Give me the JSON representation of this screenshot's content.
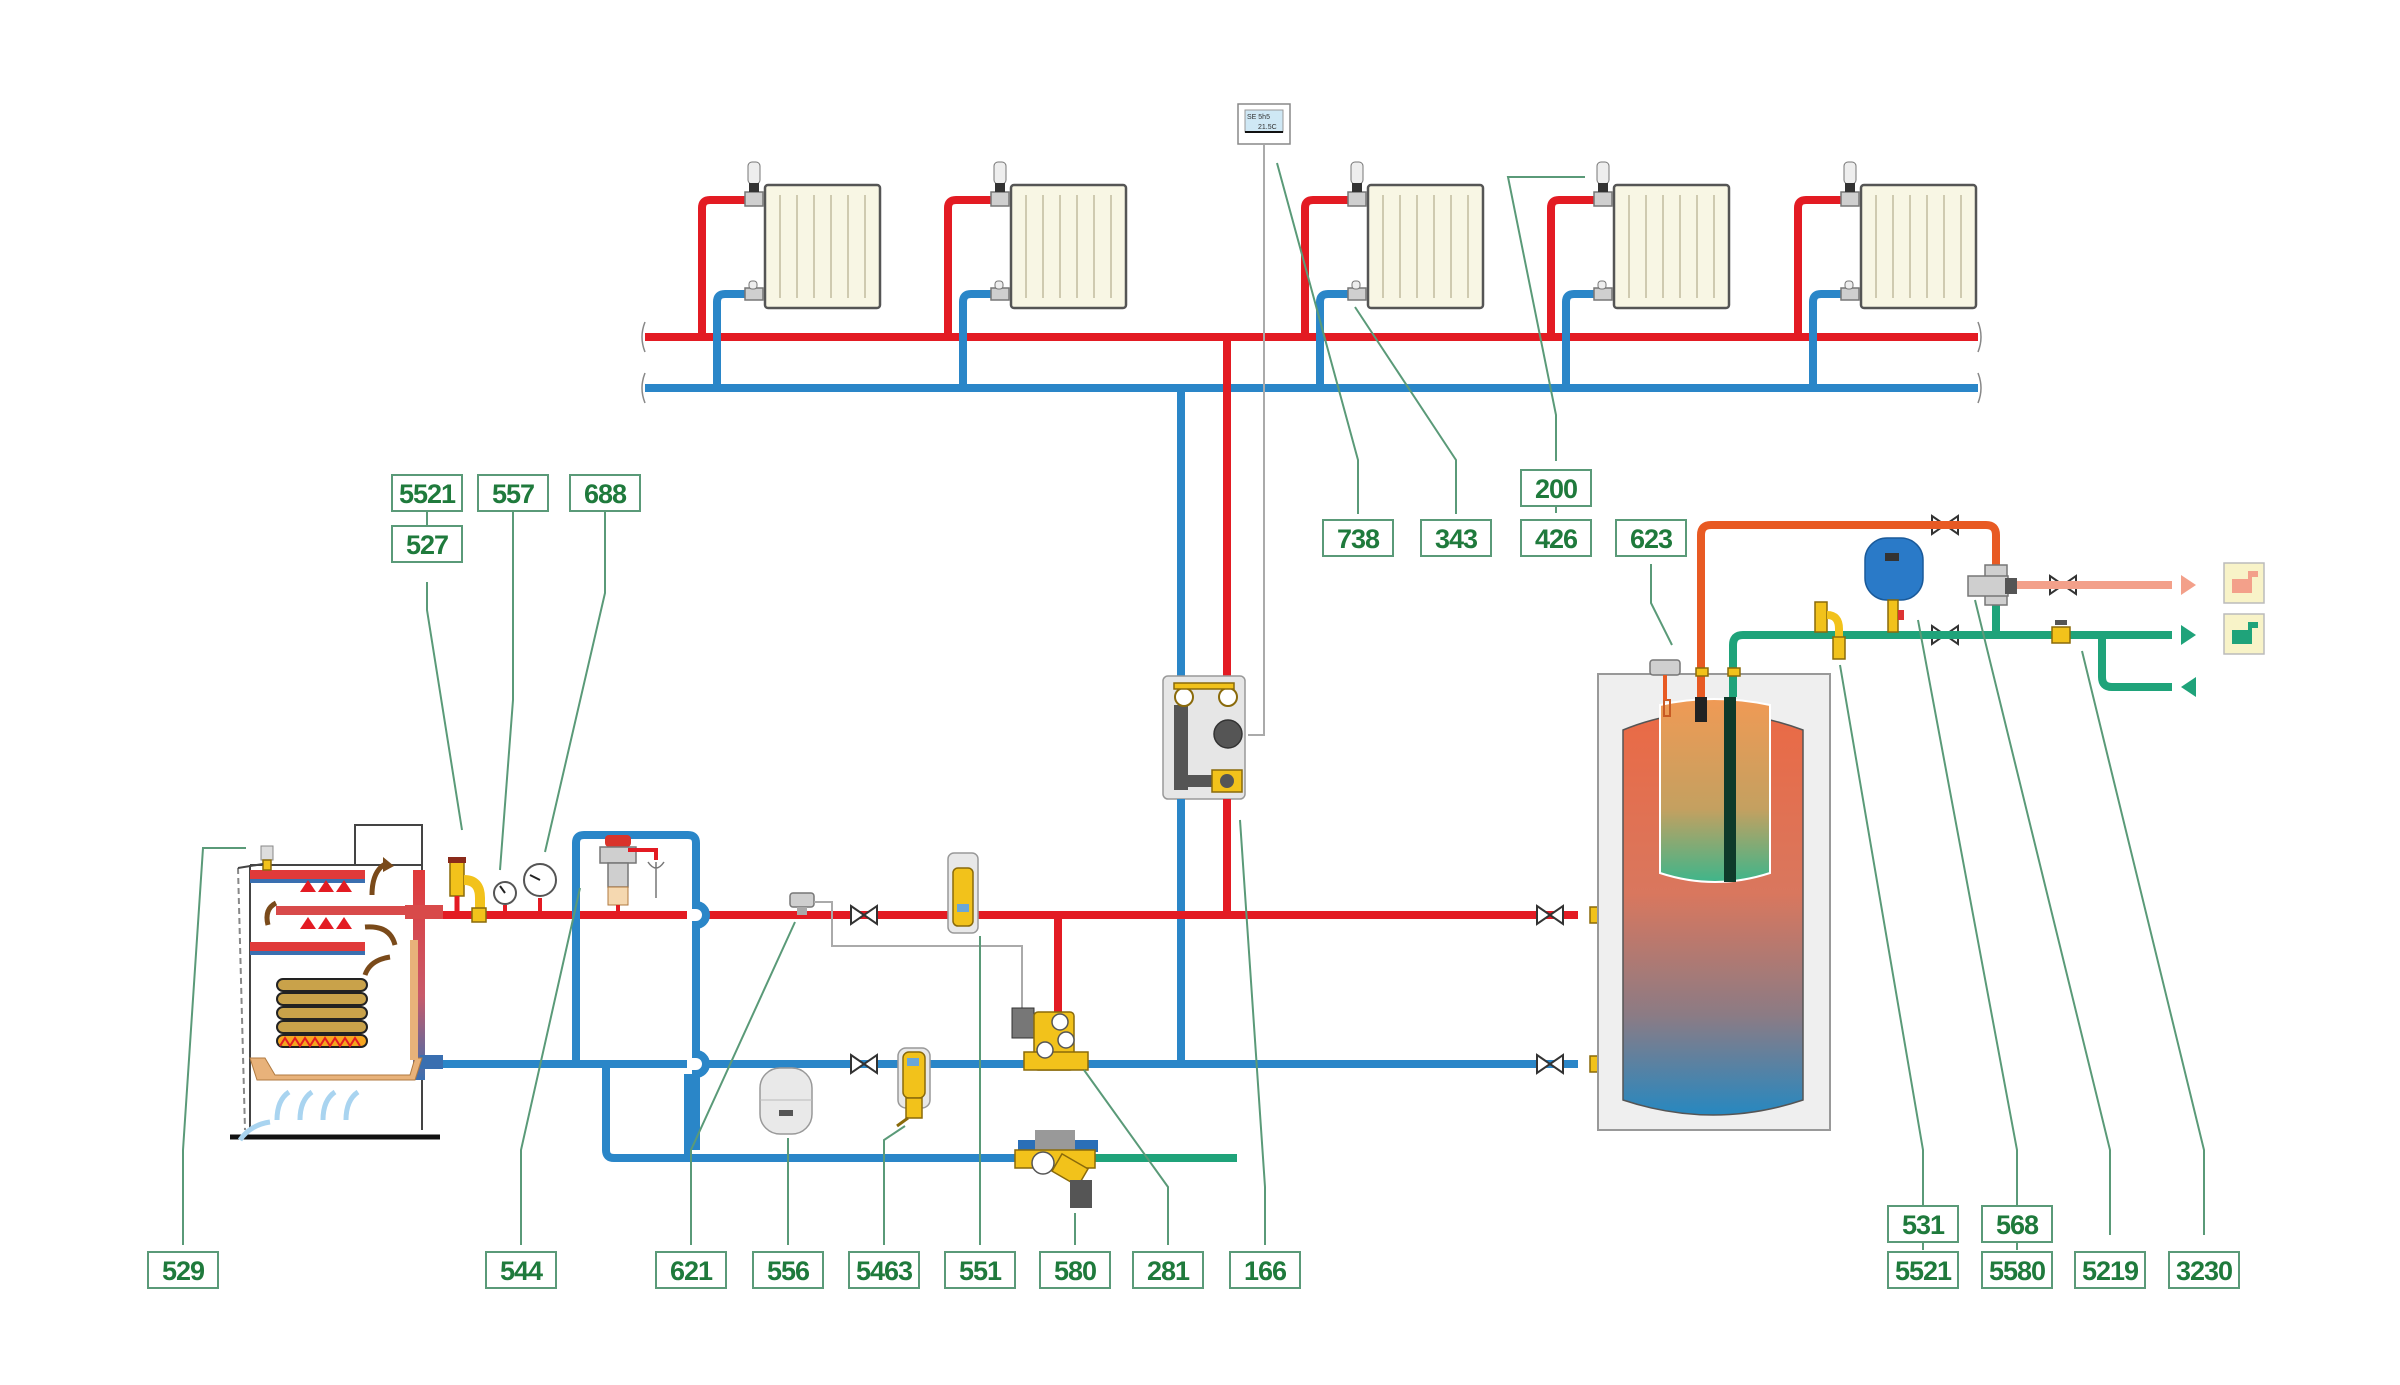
{
  "diagram": {
    "type": "hydraulic heating scheme",
    "description": "Solid fuel boiler with radiator circuit, storage tank with DHW coil, mixing group and room thermostat",
    "colors": {
      "flow": "#e31b23",
      "return": "#2a86c8",
      "cold_water": "#1fa37a",
      "hot_water": "#e85a23",
      "mixed_water": "#f3a08a",
      "label_text": "#1f7a3c",
      "label_border": "#5a9a78"
    },
    "thermostat_display": {
      "line1": "SE 5h5",
      "line2": "21.5C"
    },
    "labels": {
      "top_left": [
        {
          "code": "5521",
          "ref": "boiler-safety-valve"
        },
        {
          "code": "527",
          "ref": "boiler-safety-valve"
        },
        {
          "code": "557",
          "ref": "thermometer"
        },
        {
          "code": "688",
          "ref": "pressure-gauge"
        }
      ],
      "top_middle": [
        {
          "code": "738",
          "ref": "radiator-lockshield"
        },
        {
          "code": "343",
          "ref": "radiator-lockshield"
        },
        {
          "code": "200",
          "ref": "thermostatic-head"
        },
        {
          "code": "426",
          "ref": "thermostatic-valve"
        },
        {
          "code": "623",
          "ref": "tank-thermostat"
        }
      ],
      "bottom": [
        {
          "code": "529",
          "ref": "draught-regulator"
        },
        {
          "code": "544",
          "ref": "anticondensation-valve"
        },
        {
          "code": "621",
          "ref": "temperature-sensor"
        },
        {
          "code": "556",
          "ref": "expansion-vessel"
        },
        {
          "code": "5463",
          "ref": "dirt-separator"
        },
        {
          "code": "551",
          "ref": "air-separator"
        },
        {
          "code": "580",
          "ref": "filling-unit"
        },
        {
          "code": "281",
          "ref": "pump-group"
        },
        {
          "code": "166",
          "ref": "mixing-group"
        }
      ],
      "bottom_right": [
        {
          "code": "531",
          "ref": "dhw-safety-valve"
        },
        {
          "code": "5521",
          "ref": "dhw-safety-valve"
        },
        {
          "code": "568",
          "ref": "dhw-expansion-vessel"
        },
        {
          "code": "5580",
          "ref": "dhw-expansion-vessel"
        },
        {
          "code": "5219",
          "ref": "thermostatic-mixer"
        },
        {
          "code": "3230",
          "ref": "cold-ball-valve"
        }
      ]
    },
    "outlets": [
      {
        "name": "hot-tap",
        "color": "#f3a08a"
      },
      {
        "name": "cold-tap",
        "color": "#1fa37a"
      }
    ]
  }
}
